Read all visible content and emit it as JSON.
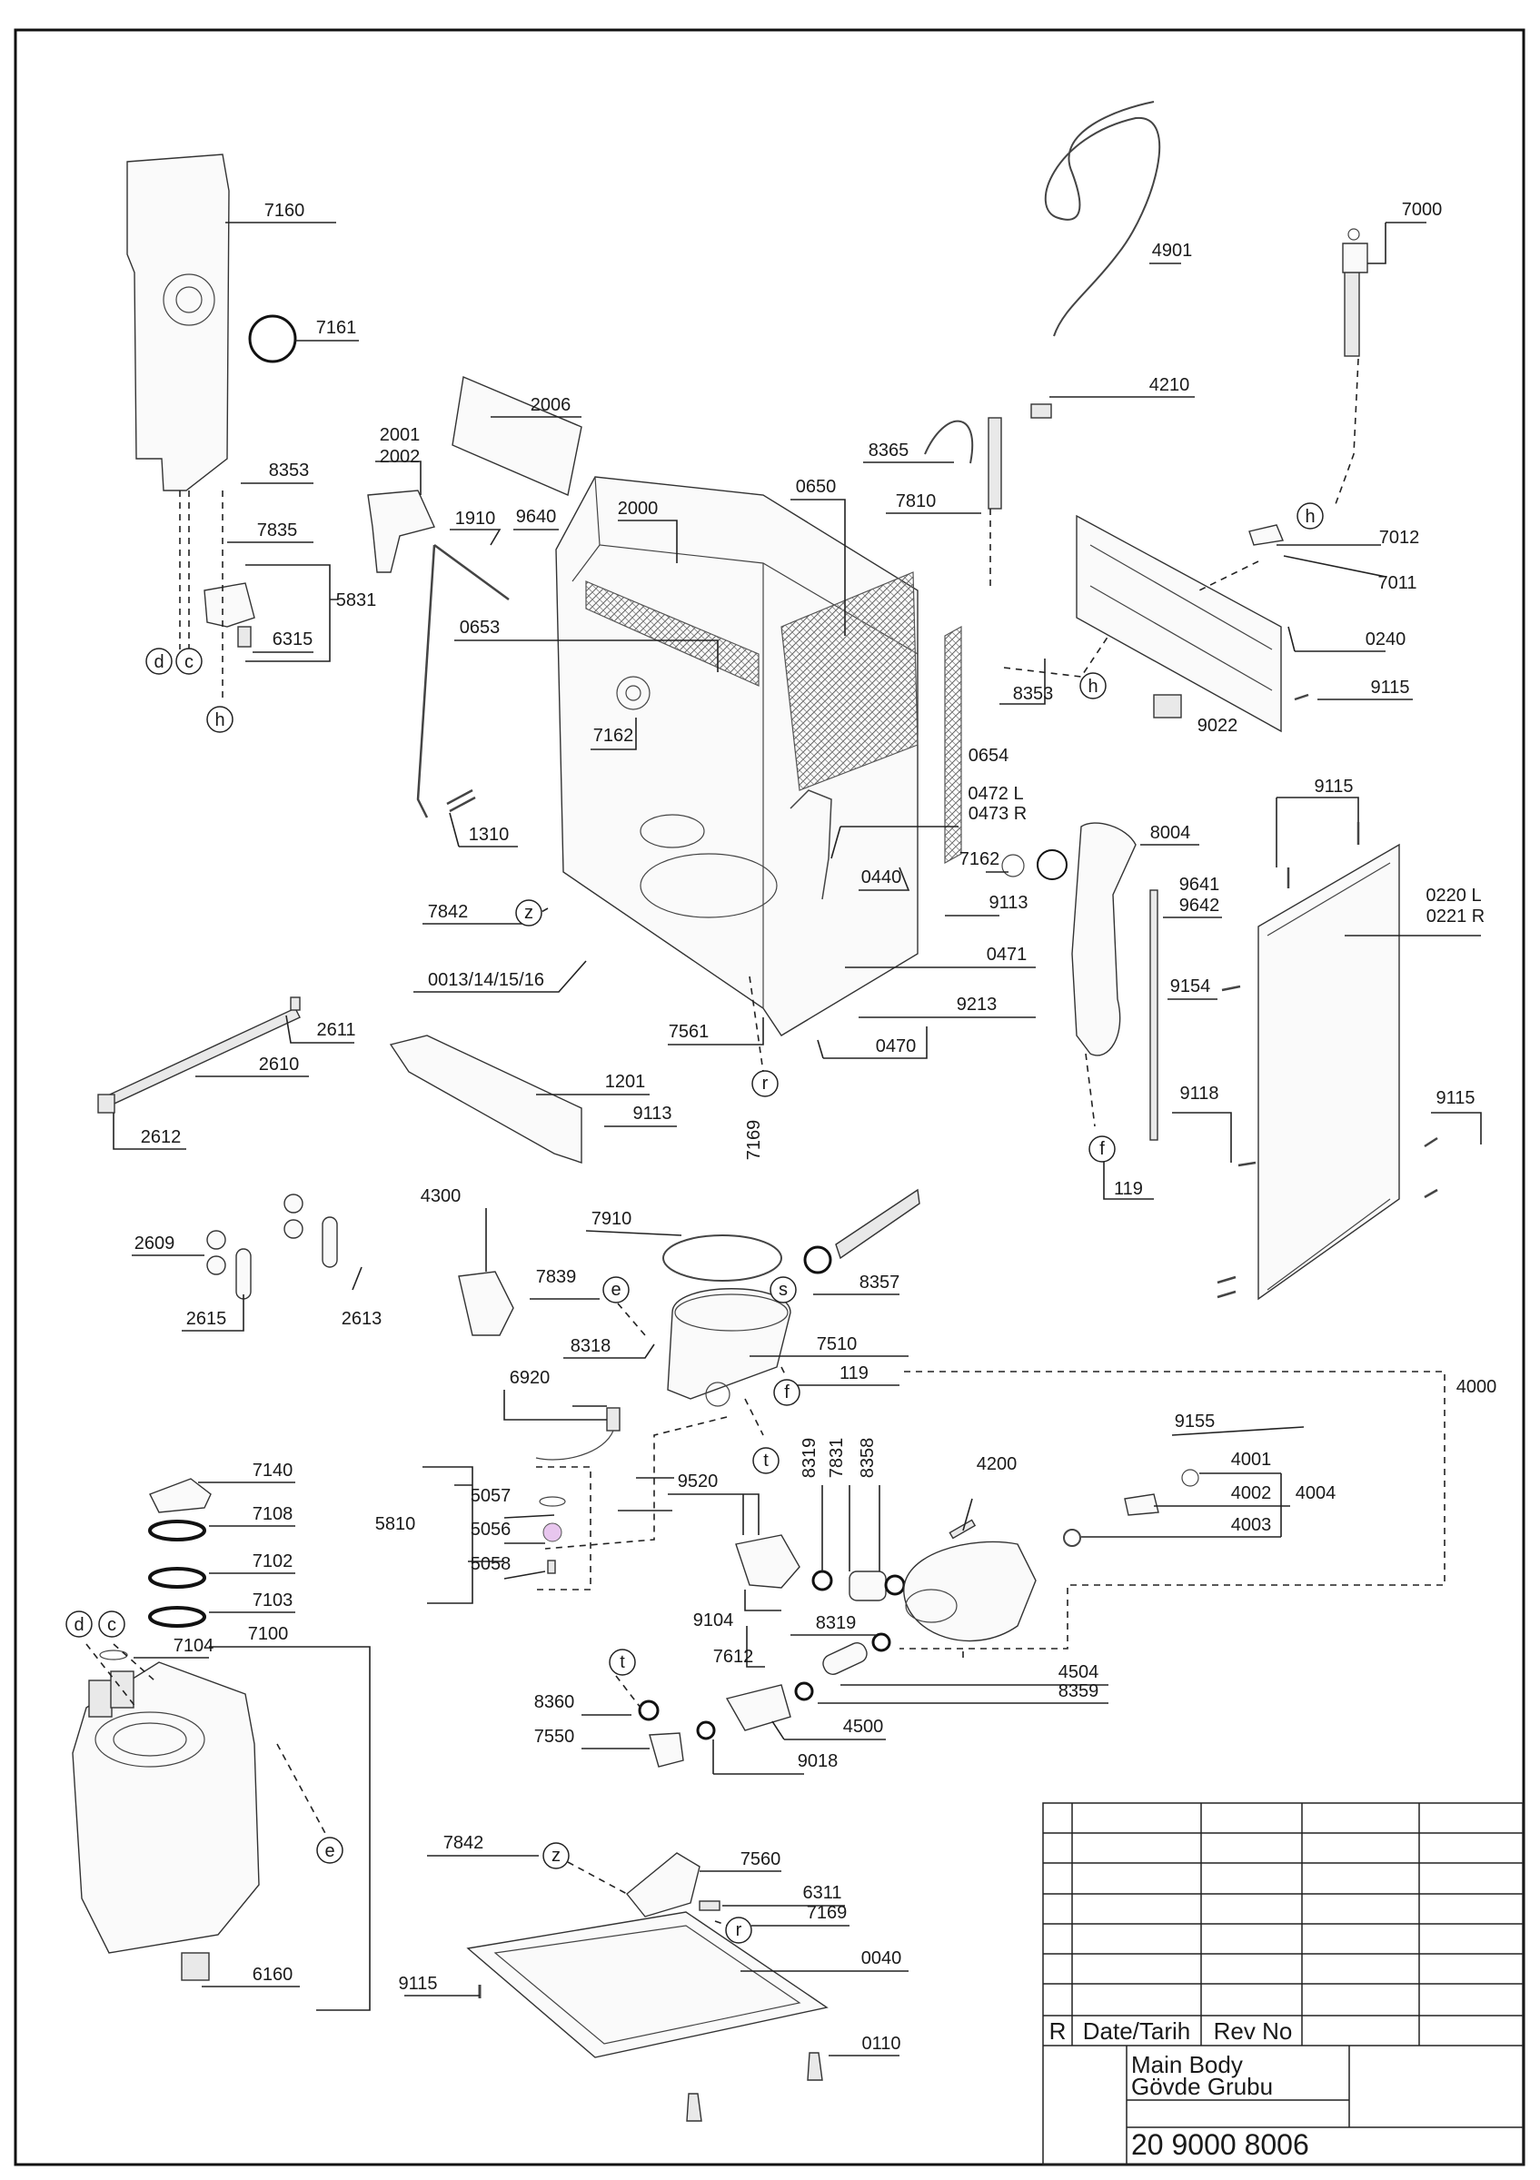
{
  "callouts": [
    {
      "id": "7160",
      "text": "7160"
    },
    {
      "id": "7161",
      "text": "7161"
    },
    {
      "id": "8353a",
      "text": "8353"
    },
    {
      "id": "7835",
      "text": "7835"
    },
    {
      "id": "5831",
      "text": "5831"
    },
    {
      "id": "6315",
      "text": "6315"
    },
    {
      "id": "2006",
      "text": "2006"
    },
    {
      "id": "2001",
      "text": "2001"
    },
    {
      "id": "2002",
      "text": "2002"
    },
    {
      "id": "1910",
      "text": "1910"
    },
    {
      "id": "9640",
      "text": "9640"
    },
    {
      "id": "2000",
      "text": "2000"
    },
    {
      "id": "0650",
      "text": "0650"
    },
    {
      "id": "0653",
      "text": "0653"
    },
    {
      "id": "7162a",
      "text": "7162"
    },
    {
      "id": "1310",
      "text": "1310"
    },
    {
      "id": "0654",
      "text": "0654"
    },
    {
      "id": "0472",
      "text": "0472 L"
    },
    {
      "id": "0473",
      "text": "0473 R"
    },
    {
      "id": "7162b",
      "text": "7162"
    },
    {
      "id": "0440",
      "text": "0440"
    },
    {
      "id": "9113a",
      "text": "9113"
    },
    {
      "id": "7842a",
      "text": "7842"
    },
    {
      "id": "0471",
      "text": "0471"
    },
    {
      "id": "0013",
      "text": "0013/14/15/16"
    },
    {
      "id": "7561",
      "text": "7561"
    },
    {
      "id": "9213",
      "text": "9213"
    },
    {
      "id": "0470",
      "text": "0470"
    },
    {
      "id": "7169a",
      "text": "7169"
    },
    {
      "id": "4901",
      "text": "4901"
    },
    {
      "id": "7000",
      "text": "7000"
    },
    {
      "id": "4210",
      "text": "4210"
    },
    {
      "id": "8365",
      "text": "8365"
    },
    {
      "id": "7810",
      "text": "7810"
    },
    {
      "id": "7012",
      "text": "7012"
    },
    {
      "id": "7011",
      "text": "7011"
    },
    {
      "id": "0240",
      "text": "0240"
    },
    {
      "id": "8353b",
      "text": "8353"
    },
    {
      "id": "9115a",
      "text": "9115"
    },
    {
      "id": "9022",
      "text": "9022"
    },
    {
      "id": "9115b",
      "text": "9115"
    },
    {
      "id": "8004",
      "text": "8004"
    },
    {
      "id": "9641",
      "text": "9641"
    },
    {
      "id": "9642",
      "text": "9642"
    },
    {
      "id": "0220",
      "text": "0220 L"
    },
    {
      "id": "0221",
      "text": "0221 R"
    },
    {
      "id": "9154",
      "text": "9154"
    },
    {
      "id": "9118",
      "text": "9118"
    },
    {
      "id": "9115c",
      "text": "9115"
    },
    {
      "id": "119a",
      "text": "119"
    },
    {
      "id": "2611",
      "text": "2611"
    },
    {
      "id": "2610",
      "text": "2610"
    },
    {
      "id": "2612",
      "text": "2612"
    },
    {
      "id": "1201",
      "text": "1201"
    },
    {
      "id": "9113b",
      "text": "9113"
    },
    {
      "id": "4300",
      "text": "4300"
    },
    {
      "id": "2609",
      "text": "2609"
    },
    {
      "id": "2615",
      "text": "2615"
    },
    {
      "id": "2613",
      "text": "2613"
    },
    {
      "id": "7910",
      "text": "7910"
    },
    {
      "id": "7839",
      "text": "7839"
    },
    {
      "id": "8357",
      "text": "8357"
    },
    {
      "id": "8318",
      "text": "8318"
    },
    {
      "id": "7510",
      "text": "7510"
    },
    {
      "id": "119b",
      "text": "119"
    },
    {
      "id": "6920",
      "text": "6920"
    },
    {
      "id": "4000",
      "text": "4000"
    },
    {
      "id": "9155",
      "text": "9155"
    },
    {
      "id": "4001",
      "text": "4001"
    },
    {
      "id": "4002",
      "text": "4002"
    },
    {
      "id": "4004",
      "text": "4004"
    },
    {
      "id": "4003",
      "text": "4003"
    },
    {
      "id": "4200",
      "text": "4200"
    },
    {
      "id": "8319a",
      "text": "8319"
    },
    {
      "id": "7831",
      "text": "7831"
    },
    {
      "id": "8358",
      "text": "8358"
    },
    {
      "id": "9520",
      "text": "9520"
    },
    {
      "id": "7140",
      "text": "7140"
    },
    {
      "id": "7108",
      "text": "7108"
    },
    {
      "id": "7102",
      "text": "7102"
    },
    {
      "id": "7103",
      "text": "7103"
    },
    {
      "id": "7100",
      "text": "7100"
    },
    {
      "id": "7104",
      "text": "7104"
    },
    {
      "id": "5810",
      "text": "5810"
    },
    {
      "id": "5057",
      "text": "5057"
    },
    {
      "id": "5056",
      "text": "5056"
    },
    {
      "id": "5058",
      "text": "5058"
    },
    {
      "id": "9104",
      "text": "9104"
    },
    {
      "id": "7612",
      "text": "7612"
    },
    {
      "id": "8319b",
      "text": "8319"
    },
    {
      "id": "4504",
      "text": "4504"
    },
    {
      "id": "8359",
      "text": "8359"
    },
    {
      "id": "8360",
      "text": "8360"
    },
    {
      "id": "7550",
      "text": "7550"
    },
    {
      "id": "4500",
      "text": "4500"
    },
    {
      "id": "9018",
      "text": "9018"
    },
    {
      "id": "7842b",
      "text": "7842"
    },
    {
      "id": "7560",
      "text": "7560"
    },
    {
      "id": "6311",
      "text": "6311"
    },
    {
      "id": "7169b",
      "text": "7169"
    },
    {
      "id": "0040",
      "text": "0040"
    },
    {
      "id": "9115d",
      "text": "9115"
    },
    {
      "id": "0110",
      "text": "0110"
    },
    {
      "id": "6160",
      "text": "6160"
    }
  ],
  "refs": [
    {
      "id": "d1",
      "text": "d"
    },
    {
      "id": "c1",
      "text": "c"
    },
    {
      "id": "h1",
      "text": "h"
    },
    {
      "id": "h2",
      "text": "h"
    },
    {
      "id": "h3",
      "text": "h"
    },
    {
      "id": "z1",
      "text": "z"
    },
    {
      "id": "r1",
      "text": "r"
    },
    {
      "id": "f1",
      "text": "f"
    },
    {
      "id": "e1",
      "text": "e"
    },
    {
      "id": "s1",
      "text": "s"
    },
    {
      "id": "f2",
      "text": "f"
    },
    {
      "id": "t1",
      "text": "t"
    },
    {
      "id": "d2",
      "text": "d"
    },
    {
      "id": "c2",
      "text": "c"
    },
    {
      "id": "e2",
      "text": "e"
    },
    {
      "id": "t2",
      "text": "t"
    },
    {
      "id": "z2",
      "text": "z"
    },
    {
      "id": "r2",
      "text": "r"
    }
  ],
  "title_block": {
    "rev_letter": "R",
    "date_header": "Date/Tarih",
    "rev_header": "Rev No",
    "title_en": "Main Body",
    "title_tr": "Gövde Grubu",
    "drawing_number": "20 9000 8006"
  }
}
